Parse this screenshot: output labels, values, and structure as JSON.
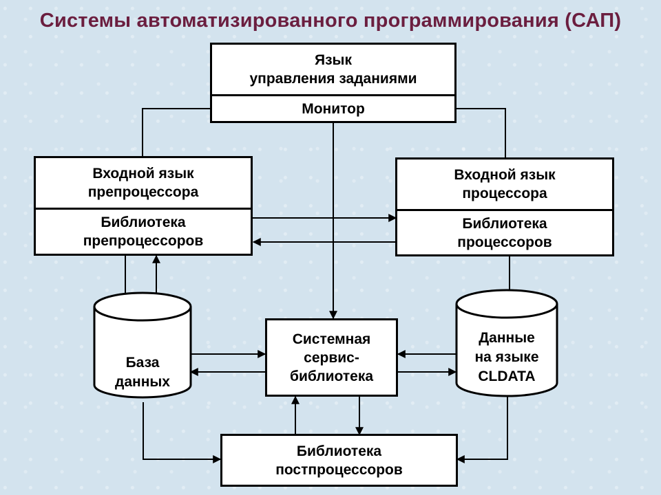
{
  "title": "Системы автоматизированного программирования (САП)",
  "nodes": {
    "job_control_language": [
      "Язык",
      "управления заданиями"
    ],
    "monitor": [
      "Монитор"
    ],
    "preprocessor_input_language": [
      "Входной язык",
      "препроцессора"
    ],
    "preprocessor_library": [
      "Библиотека",
      "препроцессоров"
    ],
    "processor_input_language": [
      "Входной язык",
      "процессора"
    ],
    "processor_library": [
      "Библиотека",
      "процессоров"
    ],
    "database": [
      "База",
      "данных"
    ],
    "system_service_library": [
      "Системная",
      "сервис-",
      "библиотека"
    ],
    "cldata": [
      "Данные",
      "на языке",
      "CLDATA"
    ],
    "postprocessor_library": [
      "Библиотека",
      "постпроцессоров"
    ]
  }
}
